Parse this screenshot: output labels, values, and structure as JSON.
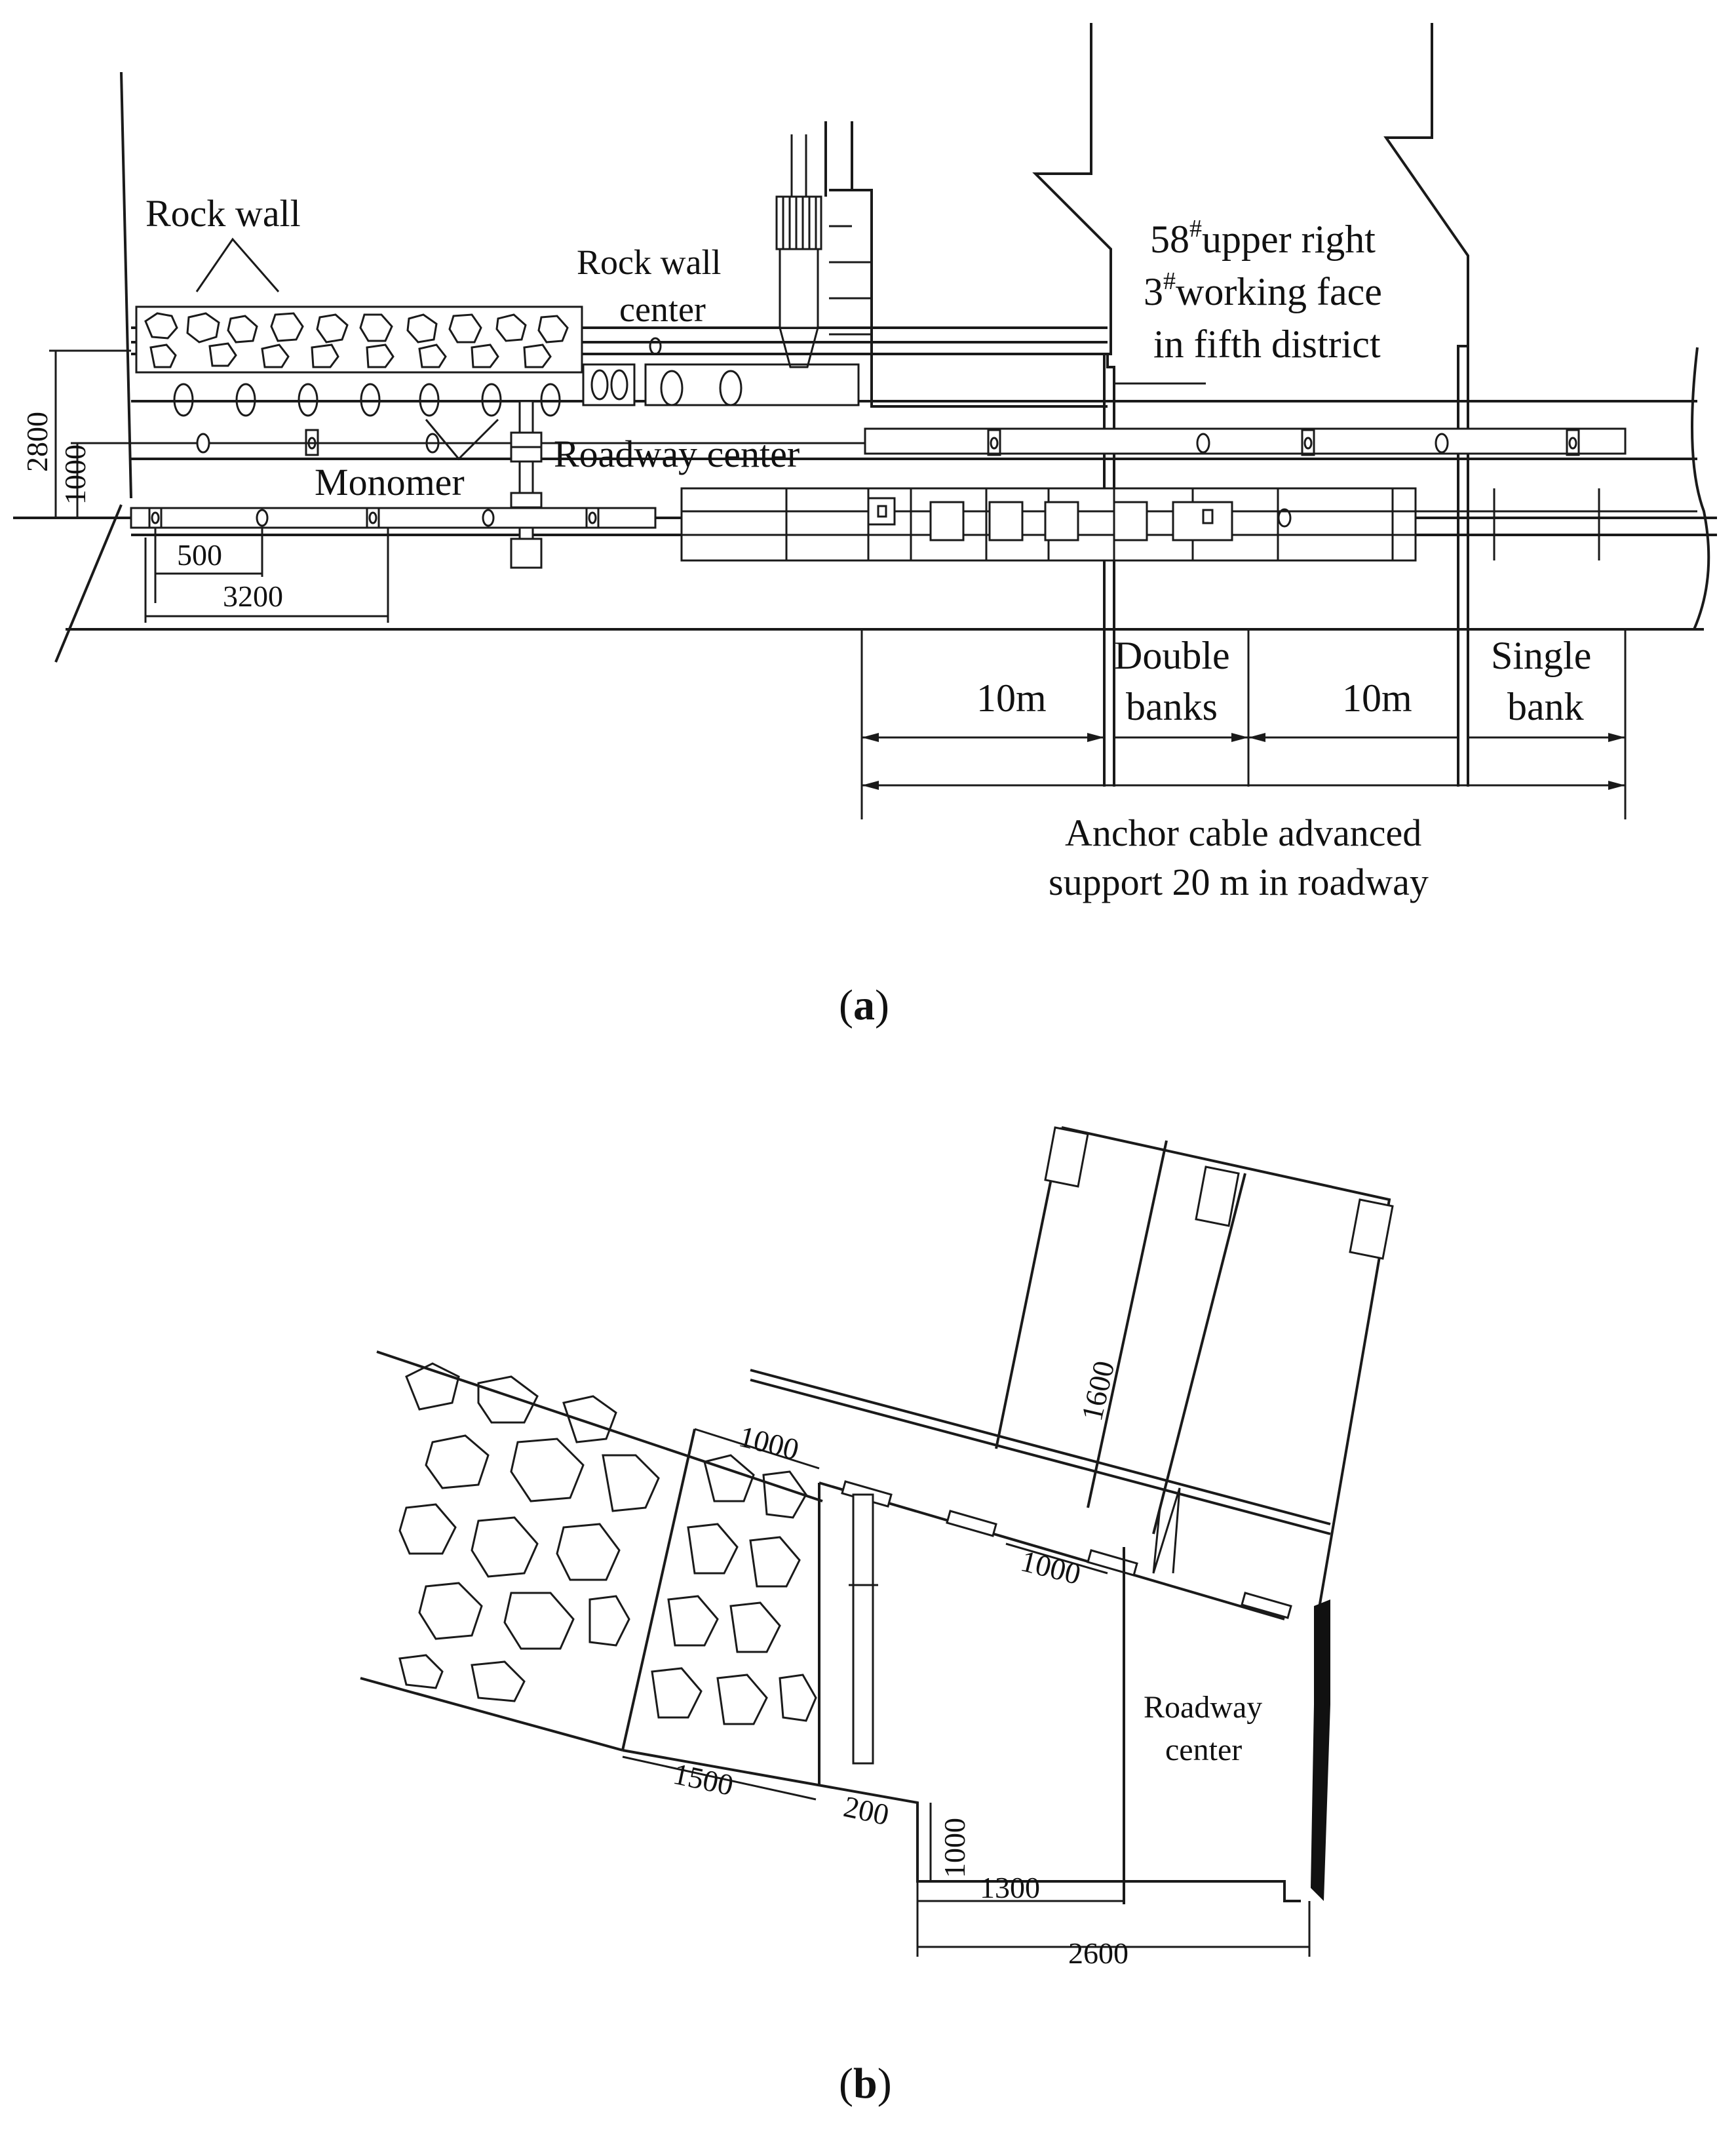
{
  "panel_a": {
    "caption_open": "(",
    "caption_letter": "a",
    "caption_close": ")",
    "labels": {
      "rock_wall": "Rock wall",
      "rock_wall_center_1": "Rock wall",
      "rock_wall_center_2": "center",
      "face_line1_pre": "58",
      "face_line1_sup": "#",
      "face_line1_post": "upper right",
      "face_line2_pre": "3",
      "face_line2_sup": "#",
      "face_line2_post": "working face",
      "face_line3": "in fifth district",
      "monomer": "Monomer",
      "roadway_center": "Roadway center",
      "dim_2800": "2800",
      "dim_1000": "1000",
      "dim_500": "500",
      "dim_3200": "3200",
      "dim_10m_left": "10m",
      "dim_10m_right": "10m",
      "double_banks_1": "Double",
      "double_banks_2": "banks",
      "single_bank_1": "Single",
      "single_bank_2": "bank",
      "anchor_1": "Anchor cable advanced",
      "anchor_2": "support 20 m in roadway"
    }
  },
  "panel_b": {
    "caption_open": "(",
    "caption_letter": "b",
    "caption_close": ")",
    "labels": {
      "dim_1000_top": "1000",
      "dim_1600": "1600",
      "dim_1000_mid": "1000",
      "roadway_center_1": "Roadway",
      "roadway_center_2": "center",
      "dim_1500": "1500",
      "dim_200": "200",
      "dim_1000_v": "1000",
      "dim_1300": "1300",
      "dim_2600": "2600"
    }
  }
}
